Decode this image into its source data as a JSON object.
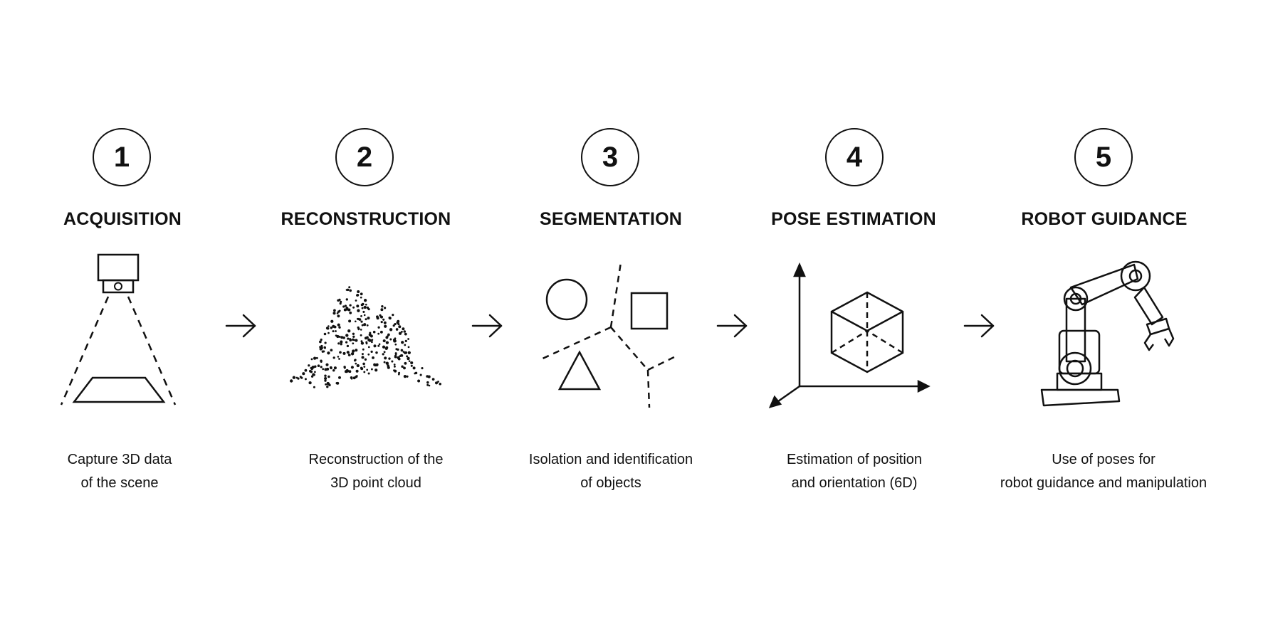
{
  "steps": [
    {
      "number": "1",
      "title": "ACQUISITION",
      "desc_line1": "Capture 3D data",
      "desc_line2": "of the scene",
      "icon": "camera-icon"
    },
    {
      "number": "2",
      "title": "RECONSTRUCTION",
      "desc_line1": "Reconstruction of the",
      "desc_line2": "3D point cloud",
      "icon": "point-cloud-icon"
    },
    {
      "number": "3",
      "title": "SEGMENTATION",
      "desc_line1": "Isolation and identification",
      "desc_line2": "of objects",
      "icon": "segmentation-icon"
    },
    {
      "number": "4",
      "title": "POSE ESTIMATION",
      "desc_line1": "Estimation of position",
      "desc_line2": "and orientation (6D)",
      "icon": "cube-axes-icon"
    },
    {
      "number": "5",
      "title": "ROBOT GUIDANCE",
      "desc_line1": "Use of poses for",
      "desc_line2": "robot guidance and manipulation",
      "icon": "robot-arm-icon"
    }
  ],
  "arrows": [
    "arrow-right-icon",
    "arrow-right-icon",
    "arrow-right-icon",
    "arrow-right-icon"
  ]
}
